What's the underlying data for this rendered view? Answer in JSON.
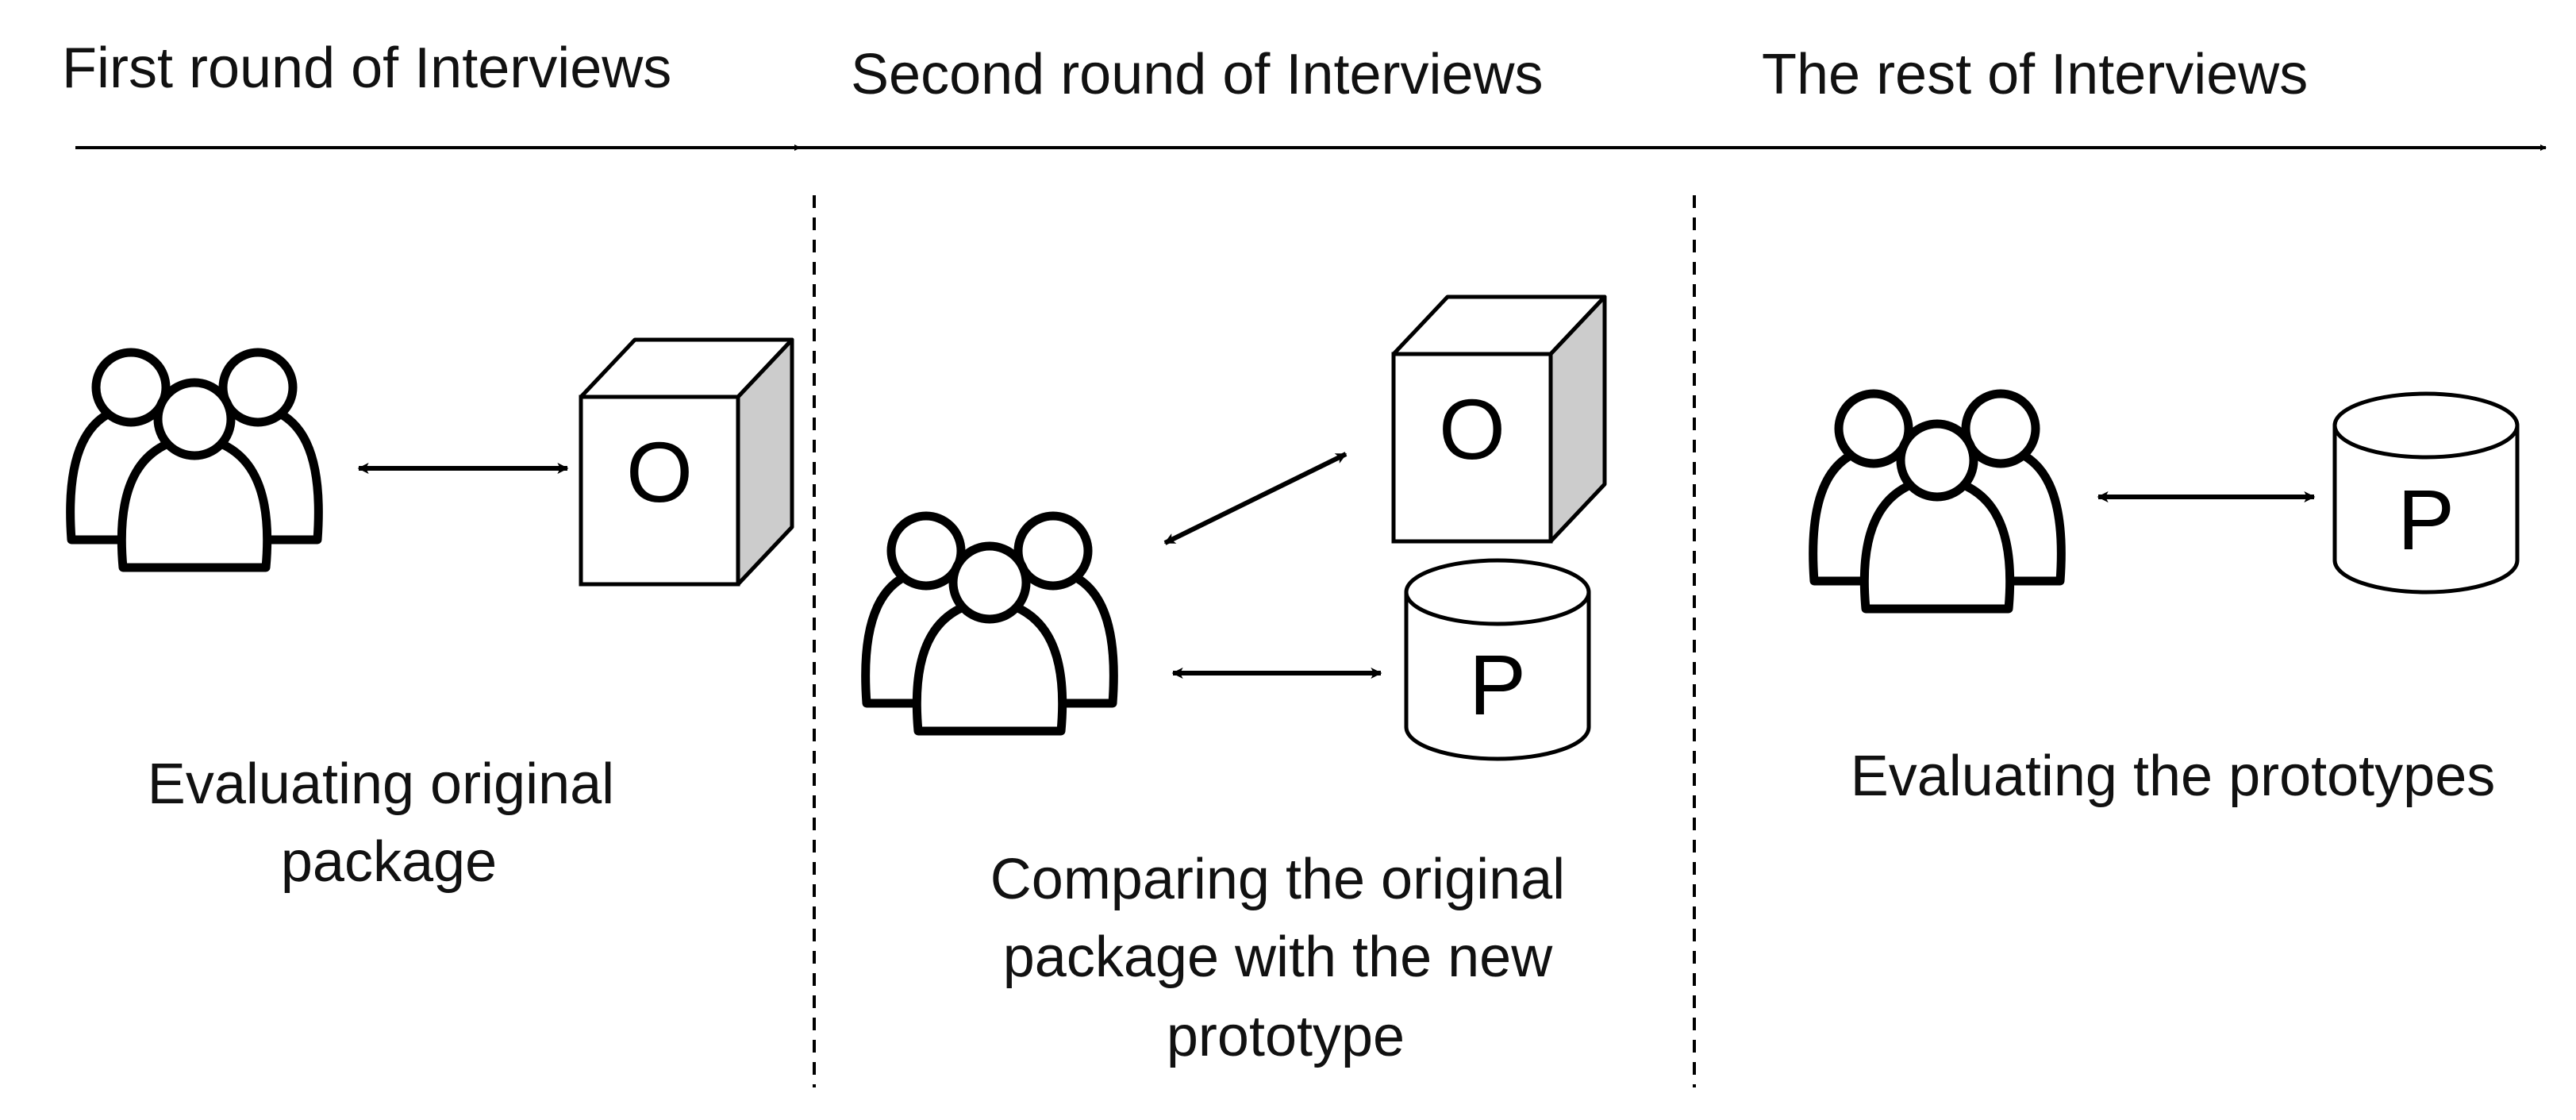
{
  "phases": [
    {
      "header": "First round of Interviews",
      "caption": [
        "Evaluating original",
        "package"
      ]
    },
    {
      "header": "Second round of Interviews",
      "caption": [
        "Comparing the original",
        "package with the new",
        "prototype"
      ]
    },
    {
      "header": "The rest of Interviews",
      "caption": [
        "Evaluating the prototypes"
      ]
    }
  ],
  "labels": {
    "original": "O",
    "prototype": "P"
  },
  "icons": {
    "participants": "user-group-icon",
    "original_package": "cube-icon",
    "prototype": "cylinder-icon"
  }
}
